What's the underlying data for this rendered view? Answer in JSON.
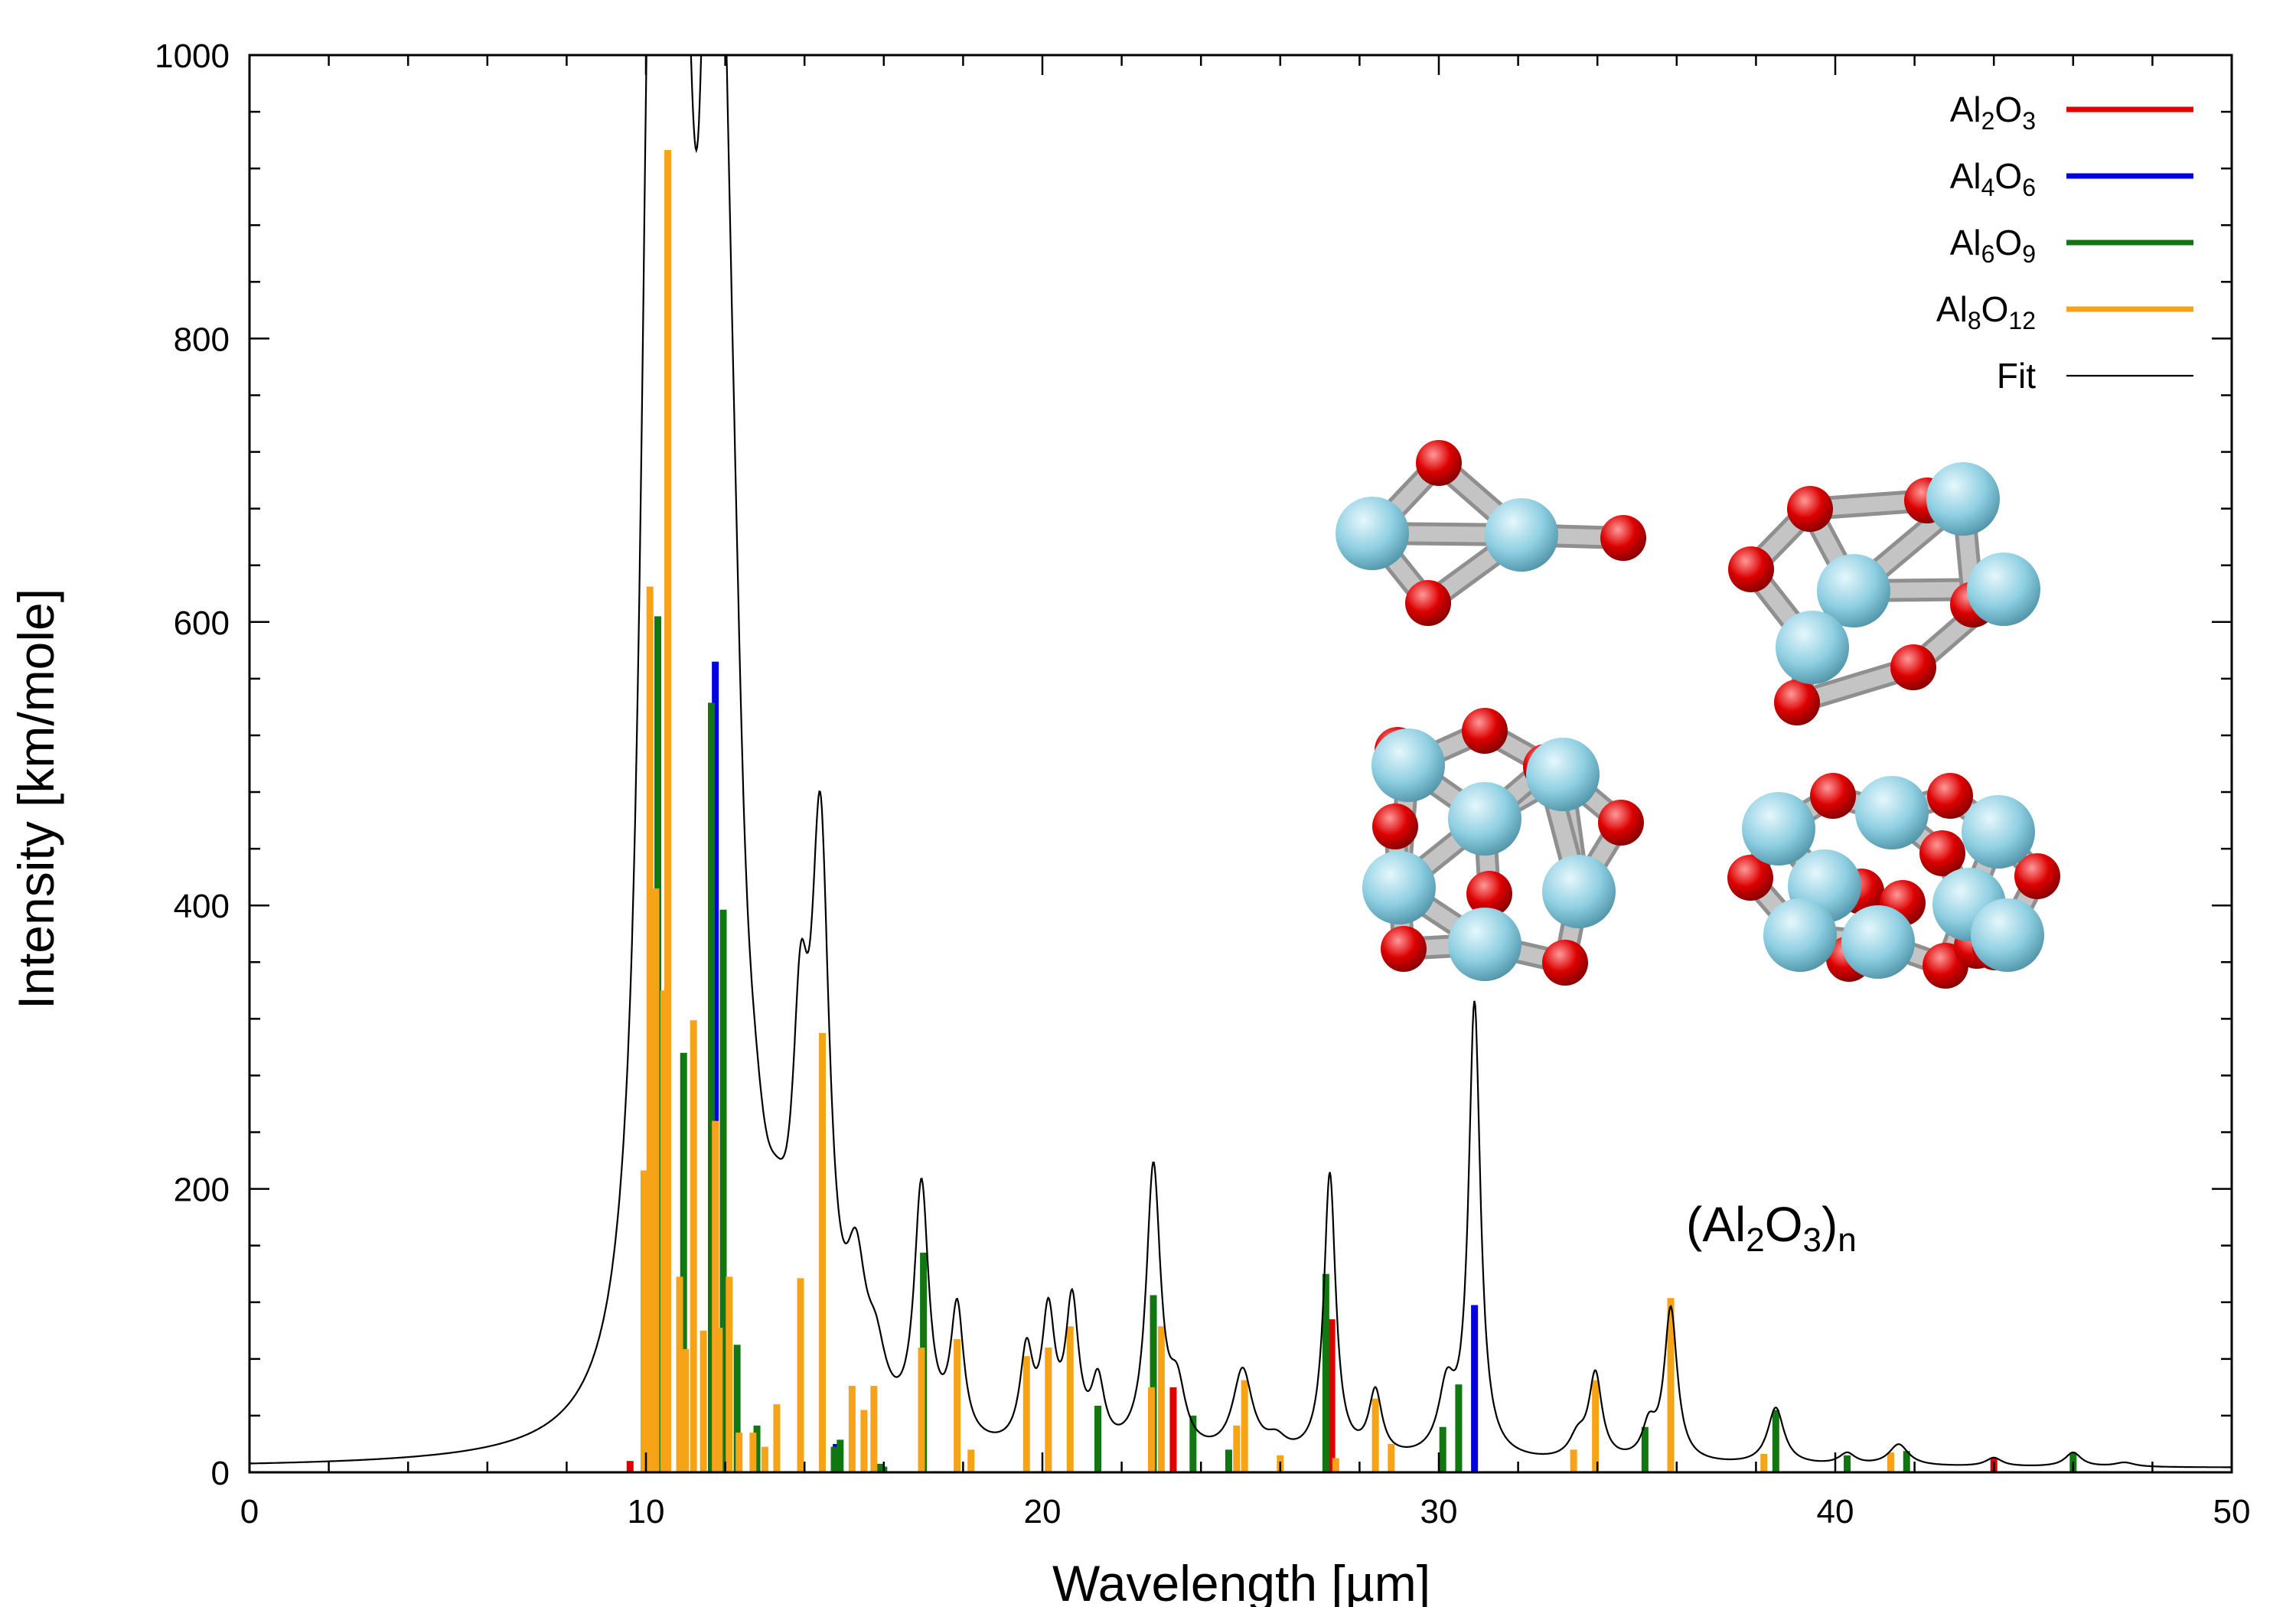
{
  "chart_data": {
    "type": "bar",
    "xlabel": "Wavelength [µm]",
    "ylabel": "Intensity [km/mole]",
    "xlim": [
      0,
      50
    ],
    "ylim": [
      0,
      1000
    ],
    "xticks": [
      "0",
      "10",
      "20",
      "30",
      "40",
      "50"
    ],
    "yticks": [
      "0",
      "200",
      "400",
      "600",
      "800",
      "1000"
    ],
    "grid": false,
    "legend_position": "top-right",
    "annotation": {
      "base": "(Al",
      "sub1": "2",
      "mid": "O",
      "sub2": "3",
      "close": ")",
      "sub3": "n"
    },
    "series": [
      {
        "key": "al2o3",
        "legend": {
          "a": "Al",
          "sa": "2",
          "b": "O",
          "sb": "3"
        },
        "color": "#e00000",
        "peaks": [
          [
            9.6,
            8
          ],
          [
            23.3,
            60
          ],
          [
            27.3,
            108
          ],
          [
            44.0,
            10
          ]
        ]
      },
      {
        "key": "al4o6",
        "legend": {
          "a": "Al",
          "sa": "4",
          "b": "O",
          "sb": "6"
        },
        "color": "#0000e0",
        "peaks": [
          [
            11.75,
            572
          ],
          [
            14.8,
            20
          ],
          [
            30.9,
            118
          ]
        ]
      },
      {
        "key": "al6o9",
        "legend": {
          "a": "Al",
          "sa": "6",
          "b": "O",
          "sb": "9"
        },
        "color": "#117711",
        "peaks": [
          [
            10.3,
            604
          ],
          [
            10.95,
            296
          ],
          [
            11.65,
            543
          ],
          [
            11.95,
            397
          ],
          [
            12.3,
            90
          ],
          [
            12.8,
            33
          ],
          [
            14.75,
            18
          ],
          [
            14.9,
            23
          ],
          [
            15.9,
            6
          ],
          [
            16.0,
            4
          ],
          [
            17.0,
            155
          ],
          [
            21.4,
            47
          ],
          [
            22.8,
            125
          ],
          [
            23.8,
            40
          ],
          [
            24.7,
            16
          ],
          [
            27.15,
            140
          ],
          [
            30.1,
            32
          ],
          [
            30.5,
            62
          ],
          [
            35.2,
            32
          ],
          [
            38.5,
            44
          ],
          [
            40.3,
            12
          ],
          [
            41.8,
            15
          ],
          [
            46.0,
            14
          ]
        ]
      },
      {
        "key": "al8o12",
        "legend": {
          "a": "Al",
          "sa": "8",
          "b": "O",
          "sb": "12"
        },
        "color": "#f7a318",
        "peaks": [
          [
            9.95,
            213
          ],
          [
            10.1,
            625
          ],
          [
            10.25,
            412
          ],
          [
            10.45,
            340
          ],
          [
            10.55,
            933
          ],
          [
            10.85,
            138
          ],
          [
            11.0,
            87
          ],
          [
            11.2,
            319
          ],
          [
            11.45,
            100
          ],
          [
            11.75,
            248
          ],
          [
            11.85,
            102
          ],
          [
            12.1,
            138
          ],
          [
            12.35,
            28
          ],
          [
            12.7,
            28
          ],
          [
            13.0,
            18
          ],
          [
            13.3,
            48
          ],
          [
            13.9,
            137
          ],
          [
            14.45,
            310
          ],
          [
            15.2,
            61
          ],
          [
            15.5,
            44
          ],
          [
            15.75,
            61
          ],
          [
            16.95,
            88
          ],
          [
            17.85,
            94
          ],
          [
            18.2,
            16
          ],
          [
            19.6,
            82
          ],
          [
            20.15,
            88
          ],
          [
            20.7,
            103
          ],
          [
            22.75,
            60
          ],
          [
            23.0,
            103
          ],
          [
            24.9,
            33
          ],
          [
            25.1,
            65
          ],
          [
            26.0,
            12
          ],
          [
            27.4,
            10
          ],
          [
            28.4,
            52
          ],
          [
            28.8,
            20
          ],
          [
            33.4,
            16
          ],
          [
            33.95,
            65
          ],
          [
            35.85,
            123
          ],
          [
            38.2,
            13
          ],
          [
            41.4,
            14
          ]
        ]
      },
      {
        "key": "fit",
        "legend": {
          "a": "Fit",
          "sa": "",
          "b": "",
          "sb": ""
        },
        "color": "#000000"
      }
    ],
    "fit_curve": {
      "peaks": [
        [
          10.1,
          680,
          0.3
        ],
        [
          10.45,
          930,
          0.28
        ],
        [
          11.0,
          600,
          0.3
        ],
        [
          11.6,
          730,
          0.3
        ],
        [
          11.95,
          560,
          0.32
        ],
        [
          12.25,
          180,
          0.3
        ],
        [
          12.75,
          60,
          0.35
        ],
        [
          13.3,
          55,
          0.4
        ],
        [
          13.9,
          200,
          0.25
        ],
        [
          14.4,
          380,
          0.28
        ],
        [
          15.3,
          90,
          0.3
        ],
        [
          15.8,
          40,
          0.3
        ],
        [
          16.95,
          175,
          0.22
        ],
        [
          17.85,
          92,
          0.2
        ],
        [
          19.6,
          65,
          0.2
        ],
        [
          20.15,
          90,
          0.2
        ],
        [
          20.75,
          100,
          0.2
        ],
        [
          21.4,
          45,
          0.2
        ],
        [
          22.8,
          200,
          0.22
        ],
        [
          23.4,
          40,
          0.25
        ],
        [
          25.05,
          60,
          0.3
        ],
        [
          25.9,
          10,
          0.3
        ],
        [
          27.25,
          200,
          0.18
        ],
        [
          28.4,
          45,
          0.2
        ],
        [
          30.2,
          45,
          0.25
        ],
        [
          30.9,
          320,
          0.18
        ],
        [
          33.5,
          15,
          0.25
        ],
        [
          33.95,
          60,
          0.2
        ],
        [
          35.3,
          22,
          0.2
        ],
        [
          35.85,
          108,
          0.2
        ],
        [
          38.5,
          40,
          0.25
        ],
        [
          40.3,
          8,
          0.25
        ],
        [
          41.6,
          15,
          0.3
        ],
        [
          44.0,
          6,
          0.25
        ],
        [
          46.0,
          10,
          0.25
        ],
        [
          47.3,
          3,
          0.3
        ]
      ]
    },
    "structure_colors": {
      "al": "#8ecfe2",
      "o": "#d80000",
      "bond": "#c4c4c4"
    }
  }
}
